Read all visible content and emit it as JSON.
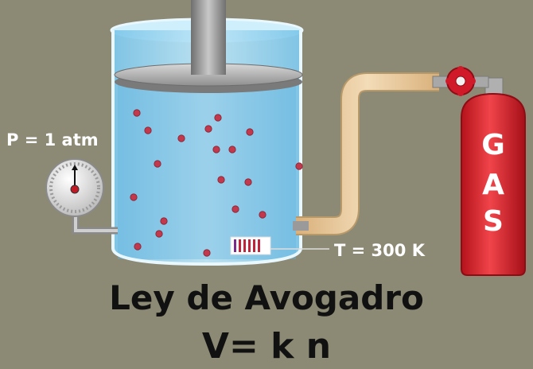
{
  "pressure_label": "P = 1 atm",
  "temperature_label": "T = 300 K",
  "cylinder_letters": [
    "G",
    "A",
    "S"
  ],
  "title": "Ley de Avogadro",
  "formula": "V= k n",
  "colors": {
    "background": "#8c8a74",
    "water": "#8fd0ee",
    "particle": "#c0394d",
    "cylinder": "#e0202a",
    "valve": "#d01a2a",
    "hose": "#e6c79a"
  }
}
